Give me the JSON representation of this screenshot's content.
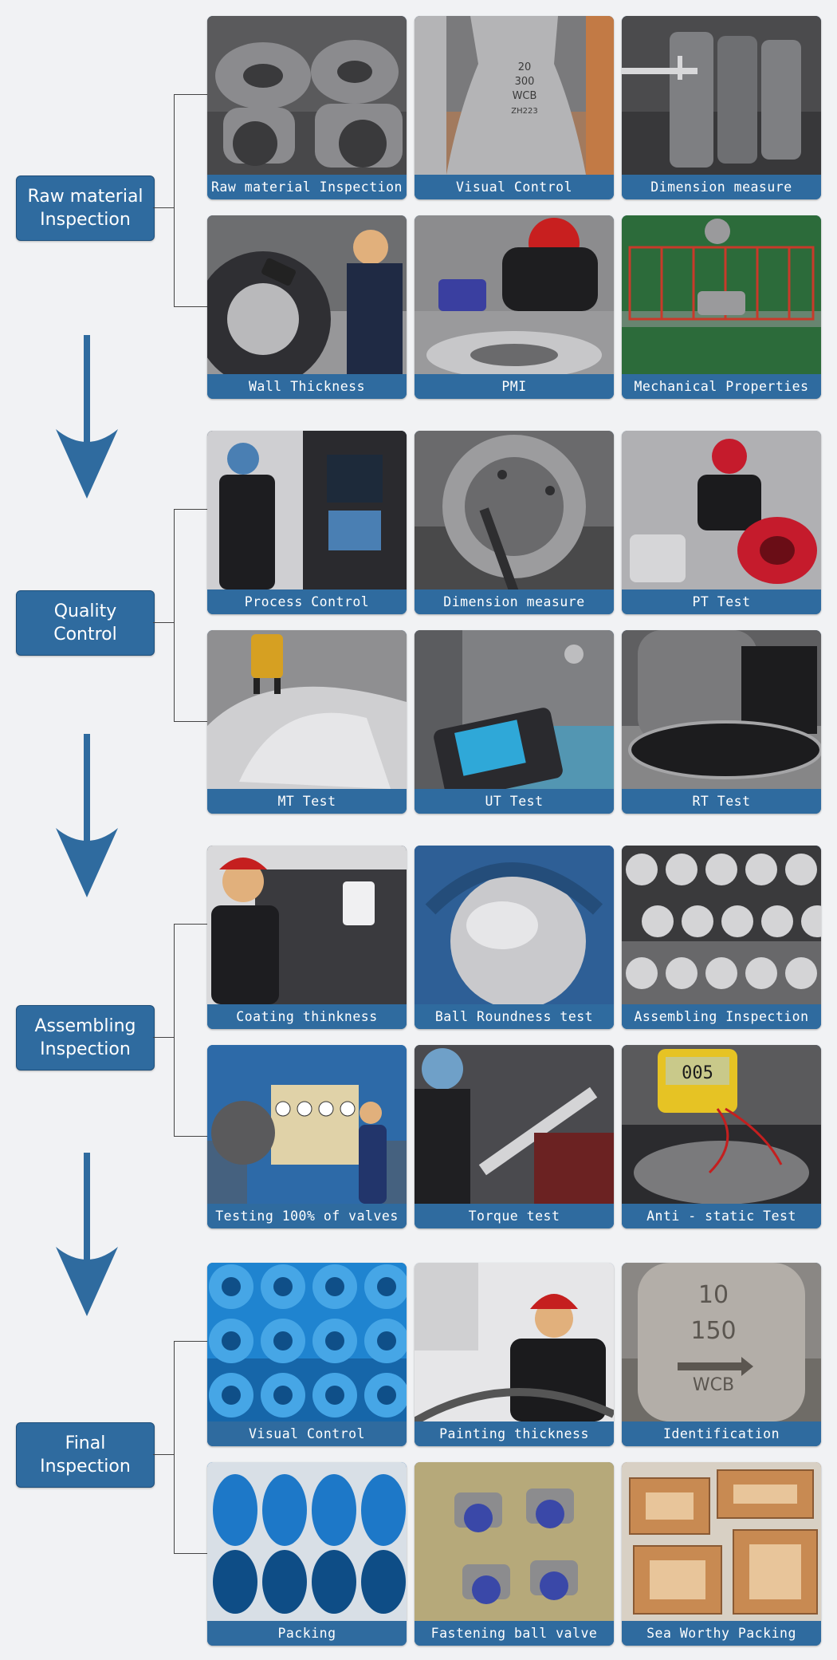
{
  "stages": [
    {
      "lines": [
        "Raw material",
        "Inspection"
      ],
      "tiles": [
        {
          "caption": "Raw material Inspection",
          "icon": "cast-parts",
          "colors": [
            "#5a5a5c",
            "#8b8b8e",
            "#3a3a3c"
          ]
        },
        {
          "caption": "Visual Control",
          "icon": "valve-body",
          "colors": [
            "#7a7a7c",
            "#b4b4b6",
            "#c27a45"
          ]
        },
        {
          "caption": "Dimension measure",
          "icon": "calipers",
          "colors": [
            "#4b4b4d",
            "#7e7f82",
            "#2a2a2c"
          ]
        },
        {
          "caption": "Wall Thickness",
          "icon": "gauge",
          "colors": [
            "#6d6e70",
            "#2f2f33",
            "#b9b9bb"
          ]
        },
        {
          "caption": "PMI",
          "icon": "analyzer",
          "colors": [
            "#8c8c8e",
            "#1e1e20",
            "#c81f1f"
          ]
        },
        {
          "caption": "Mechanical Properties",
          "icon": "test-machine",
          "colors": [
            "#2c6b3a",
            "#c83a2a",
            "#9a9a9c"
          ]
        }
      ]
    },
    {
      "lines": [
        "Quality",
        "Control"
      ],
      "tiles": [
        {
          "caption": "Process Control",
          "icon": "cnc-machine",
          "colors": [
            "#2a2a2e",
            "#4a7fb3",
            "#cfcfd2"
          ]
        },
        {
          "caption": "Dimension measure",
          "icon": "valve-bore",
          "colors": [
            "#6a6a6c",
            "#9c9c9e",
            "#2e2e30"
          ]
        },
        {
          "caption": "PT Test",
          "icon": "penetrant",
          "colors": [
            "#b0b0b3",
            "#c51b2c",
            "#1b1b1d"
          ]
        },
        {
          "caption": "MT Test",
          "icon": "magnet-yoke",
          "colors": [
            "#8f8f91",
            "#d6a022",
            "#cfcfd1"
          ]
        },
        {
          "caption": "UT Test",
          "icon": "ultrasonic",
          "colors": [
            "#7f8083",
            "#2a2a2e",
            "#2fa8d8"
          ]
        },
        {
          "caption": "RT Test",
          "icon": "radiograph",
          "colors": [
            "#5f5f61",
            "#1c1c1e",
            "#a5a5a7"
          ]
        }
      ]
    },
    {
      "lines": [
        "Assembling",
        "Inspection"
      ],
      "tiles": [
        {
          "caption": "Coating thinkness",
          "icon": "coating",
          "colors": [
            "#3a3a3e",
            "#c51f1f",
            "#e8e8ea"
          ]
        },
        {
          "caption": "Ball Roundness test",
          "icon": "ball",
          "colors": [
            "#2e5f96",
            "#c9c9cc",
            "#3b3b3e"
          ]
        },
        {
          "caption": "Assembling Inspection",
          "icon": "parts-grid",
          "colors": [
            "#3a3a3c",
            "#d4d4d6",
            "#8e8e90"
          ]
        },
        {
          "caption": "Testing 100% of valves",
          "icon": "test-bench",
          "colors": [
            "#2d6aa8",
            "#e0d2a8",
            "#5a5a5c"
          ]
        },
        {
          "caption": "Torque test",
          "icon": "torque-wrench",
          "colors": [
            "#4a4a4e",
            "#d4d4d6",
            "#6fa0c8"
          ]
        },
        {
          "caption": "Anti - static Test",
          "icon": "multimeter",
          "colors": [
            "#5a5a5c",
            "#e6c324",
            "#c41f1f"
          ]
        }
      ]
    },
    {
      "lines": [
        "Final",
        "Inspection"
      ],
      "tiles": [
        {
          "caption": "Visual Control",
          "icon": "blue-valves",
          "colors": [
            "#1f84d0",
            "#46a6e6",
            "#0f4f88"
          ]
        },
        {
          "caption": "Painting thickness",
          "icon": "paint-gauge",
          "colors": [
            "#e6e6e8",
            "#c51f1f",
            "#1b1b1d"
          ]
        },
        {
          "caption": "Identification",
          "icon": "nameplate",
          "colors": [
            "#8a8784",
            "#b3aea8",
            "#5a5650"
          ]
        },
        {
          "caption": "Packing",
          "icon": "wrapped",
          "colors": [
            "#1d78c8",
            "#d8dfe6",
            "#0e4d86"
          ]
        },
        {
          "caption": "Fastening ball valve",
          "icon": "ball-valves",
          "colors": [
            "#8c8c8e",
            "#3a48a8",
            "#d4c87a"
          ]
        },
        {
          "caption": "Sea Worthy Packing",
          "icon": "crates",
          "colors": [
            "#c88a52",
            "#e8c59a",
            "#8a5a34"
          ]
        }
      ]
    }
  ],
  "photo_labels": {
    "visual_control_markings": [
      "20",
      "300",
      "WCB",
      "ZH223"
    ],
    "identification_markings": [
      "10",
      "150",
      "WCB"
    ],
    "multimeter_reading": "005"
  },
  "colors": {
    "accent": "#2f6b9f",
    "accent_border": "#1f4f7a",
    "background": "#f1f2f4",
    "connector": "#444444",
    "caption_text": "#ffffff"
  }
}
